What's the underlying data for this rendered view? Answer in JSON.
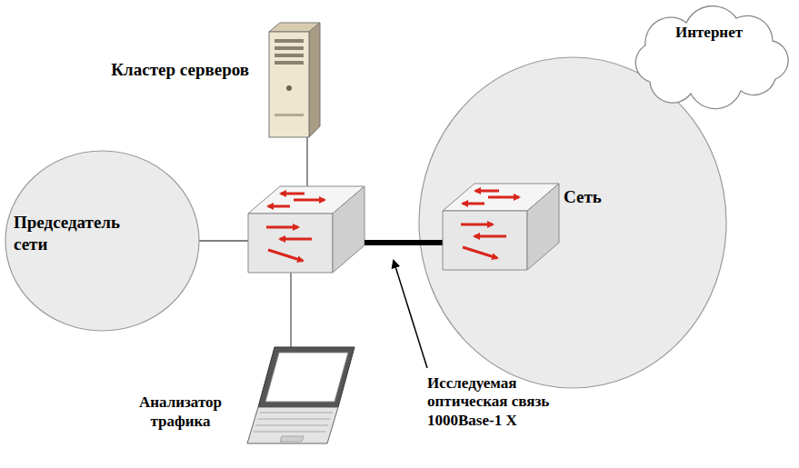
{
  "diagram": {
    "nodes": [
      {
        "text": [
          "Кластер серверов"
        ]
      },
      {
        "text": [
          "Интернет"
        ]
      },
      {
        "text": [
          "Председатель сети"
        ]
      },
      {
        "text": [
          "Сеть"
        ]
      },
      {
        "text": [
          "Анализатор трафика"
        ]
      }
    ],
    "labels": [
      "Исследуемая оптическая связь 1000Base-1 X"
    ]
  }
}
